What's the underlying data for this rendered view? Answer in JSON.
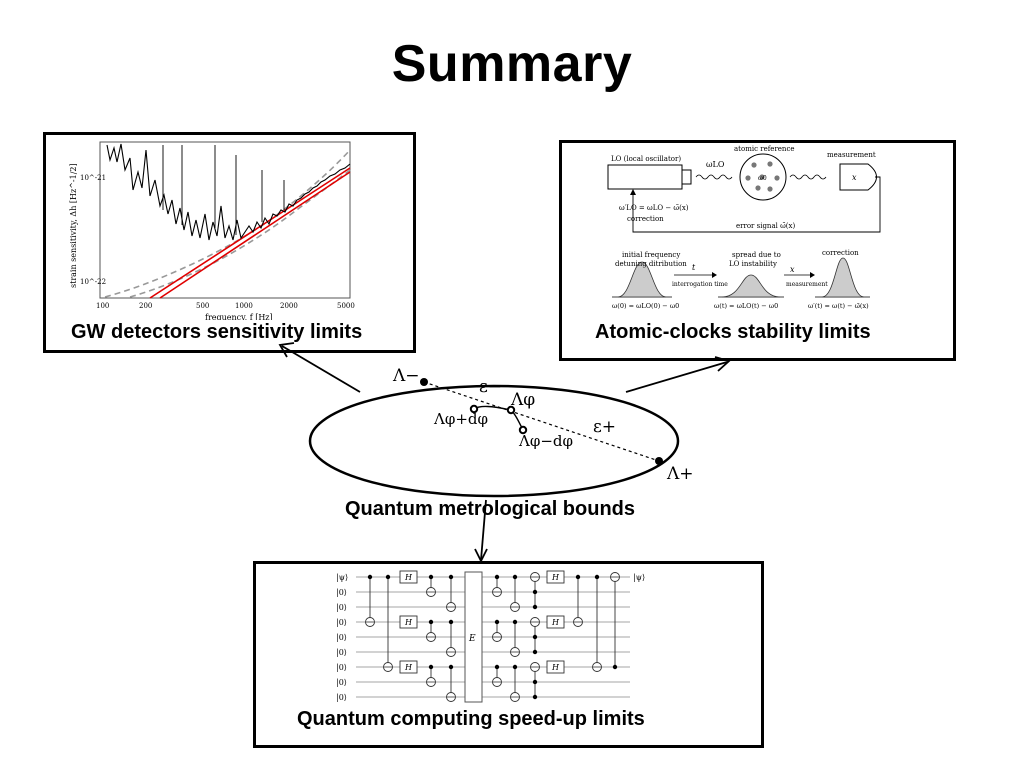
{
  "title": "Summary",
  "gw_panel": {
    "caption": "GW detectors sensitivity limits",
    "ylabel": "strain sensitivity, Δh [Hz^-1/2]",
    "xlabel": "frequency, f [Hz]",
    "y_ticks": [
      "10^-21",
      "10^-22"
    ],
    "x_ticks": [
      "100",
      "200",
      "500",
      "1000",
      "2000",
      "5000"
    ]
  },
  "clock_panel": {
    "caption": "Atomic-clocks stability limits",
    "lo_label": "LO (local oscillator)",
    "omega_lo": "ωLO",
    "atomic_reference": "atomic reference",
    "omega0": "ω0",
    "measurement": "measurement",
    "x_symbol": "x",
    "correction_formula": "ω′LO = ωLO − ω̃(x)",
    "correction_word": "correction",
    "error_signal": "error signal  ω̃(x)",
    "initial_freq": "initial frequency",
    "detuning": "detuning ditribution",
    "t_symbol": "t",
    "interrogation": "interrogation time",
    "spread1": "spread due to",
    "spread2": "LO instability",
    "measurement2": "measurement",
    "correction2": "correction",
    "omega_a": "ω(0) = ωLO(0) − ω0",
    "omega_b": "ω(t) = ωLO(t) − ω0",
    "omega_c": "ω′(t) = ω(t) − ω̃(x)"
  },
  "center": {
    "caption": "Quantum metrological bounds",
    "lambda_minus": "Λ−",
    "lambda_plus": "Λ+",
    "lambda_phi": "Λφ",
    "lambda_phi_plus": "Λφ+dφ",
    "lambda_phi_minus": "Λφ−dφ",
    "eps_minus": "ε−",
    "eps_plus": "ε+"
  },
  "circuit_panel": {
    "caption": "Quantum computing speed-up limits",
    "input_labels": [
      "|ψ⟩",
      "|0⟩",
      "|0⟩",
      "|0⟩",
      "|0⟩",
      "|0⟩",
      "|0⟩",
      "|0⟩",
      "|0⟩"
    ],
    "output_label": "|ψ⟩",
    "gate_h": "H",
    "gate_e": "E"
  }
}
